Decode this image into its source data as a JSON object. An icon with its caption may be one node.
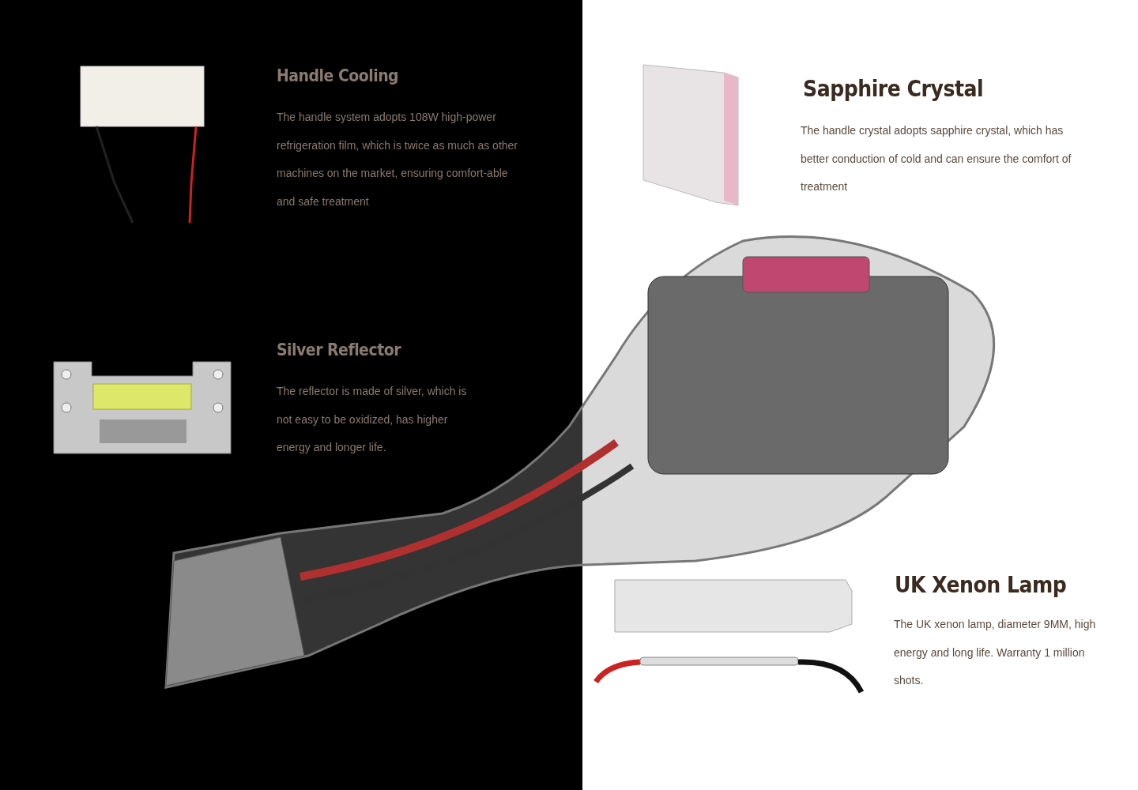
{
  "diagram": {
    "labels": [
      "Handle Cooling",
      "The handle system adopts 108W high-power refrigeration film, which is twice as much as other machines on the market, ensuring comfort-able and safe treatment",
      "Sapphire Crystal",
      "The handle crystal adopts sapphire crystal, which has better conduction of cold and can ensure the comfort of treatment",
      "Silver Reflector",
      "The reflector is made of silver, which is not easy to be oxidized, has higher energy and longer life.",
      "UK Xenon Lamp",
      "The UK xenon lamp, diameter 9MM, high energy and long life. Warranty 1 million shots."
    ]
  }
}
